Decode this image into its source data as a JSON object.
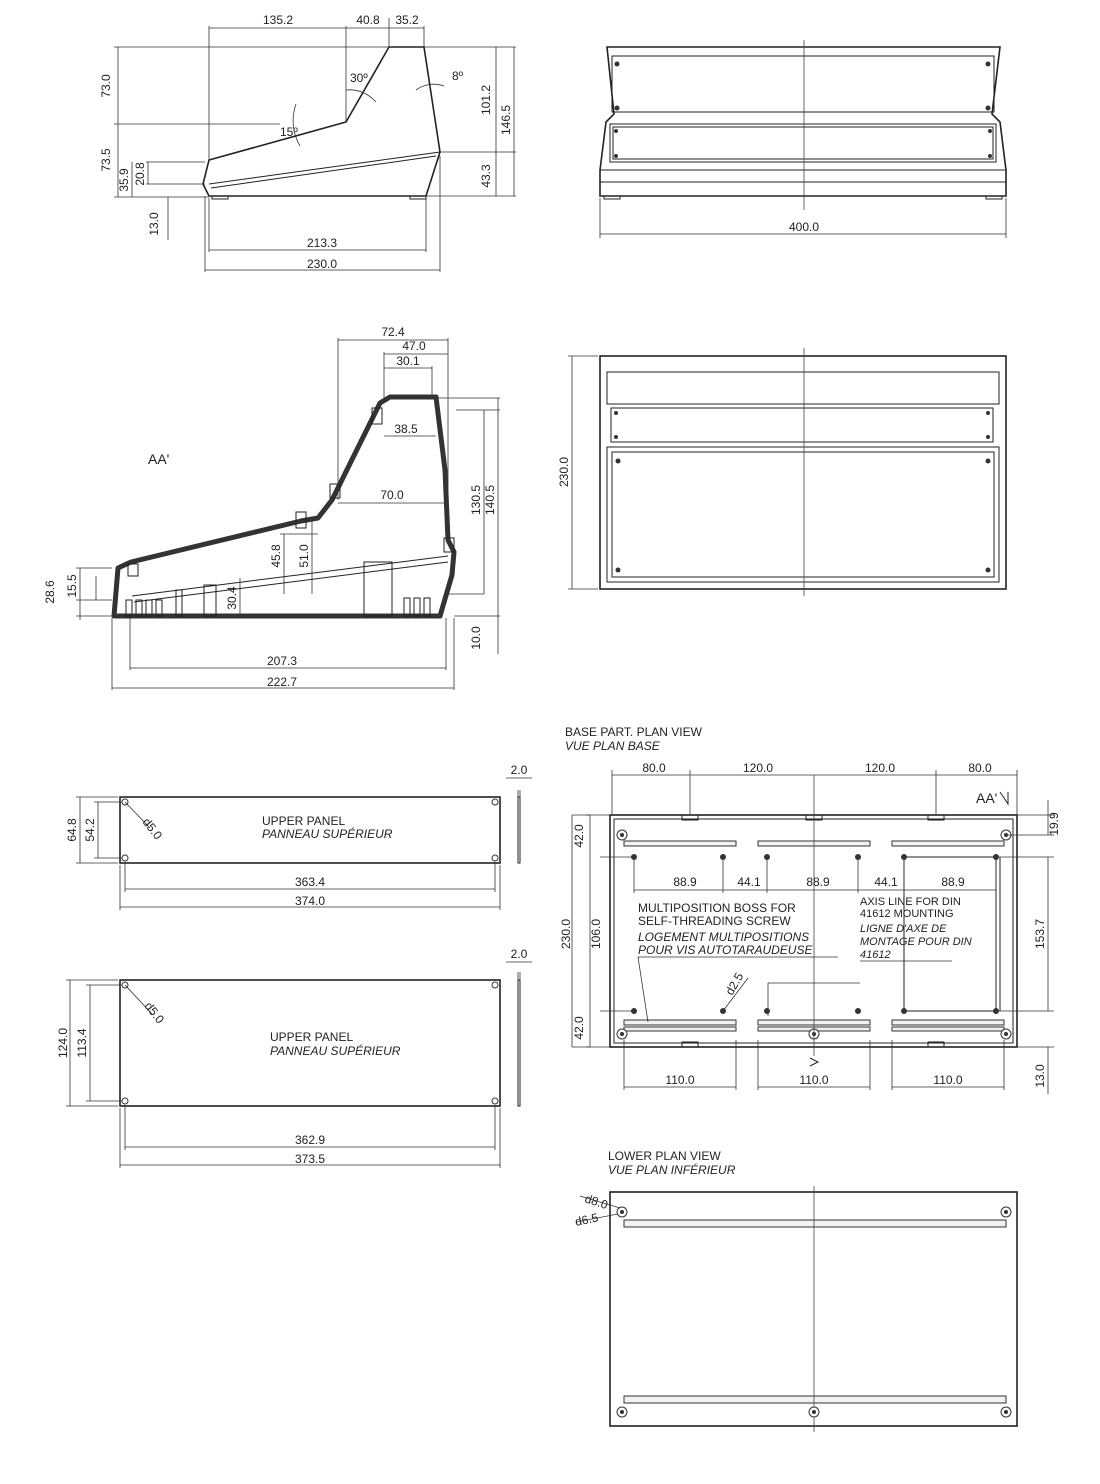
{
  "side_view": {
    "dims": {
      "w135_2": "135.2",
      "w40_8": "40.8",
      "w35_2": "35.2",
      "h73_0": "73.0",
      "h73_5": "73.5",
      "h35_9": "35.9",
      "h20_8": "20.8",
      "h13_0": "13.0",
      "h101_2": "101.2",
      "h146_5": "146.5",
      "h43_3": "43.3",
      "a30": "30º",
      "a8": "8º",
      "a15": "15º",
      "w213_3": "213.3",
      "w230_0": "230.0"
    }
  },
  "front_view": {
    "width": "400.0"
  },
  "section": {
    "label": "AA'",
    "dims": {
      "w72_4": "72.4",
      "w47_0": "47.0",
      "w30_1": "30.1",
      "w38_5": "38.5",
      "w70_0": "70.0",
      "h130_5": "130.5",
      "h140_5": "140.5",
      "h45_8": "45.8",
      "h51_0": "51.0",
      "h28_6": "28.6",
      "h15_5": "15.5",
      "h30_4": "30.4",
      "h10_0": "10.0",
      "w207_3": "207.3",
      "w222_7": "222.7"
    }
  },
  "top_view": {
    "height": "230.0"
  },
  "upper_panel_1": {
    "title": "UPPER PANEL",
    "title_fr": "PANNEAU SUPÉRIEUR",
    "hole": "d5.0",
    "h_outer": "64.8",
    "h_inner": "54.2",
    "w_inner": "363.4",
    "w_outer": "374.0",
    "thickness": "2.0"
  },
  "upper_panel_2": {
    "title": "UPPER PANEL",
    "title_fr": "PANNEAU SUPÉRIEUR",
    "hole": "d5.0",
    "h_outer": "124.0",
    "h_inner": "113.4",
    "w_inner": "362.9",
    "w_outer": "373.5",
    "thickness": "2.0"
  },
  "base_plan": {
    "title": "BASE PART. PLAN VIEW",
    "title_fr": "VUE PLAN BASE",
    "section_mark": "AA'",
    "top_dims": [
      "80.0",
      "120.0",
      "120.0",
      "80.0"
    ],
    "mid_dims": [
      "88.9",
      "44.1",
      "88.9",
      "44.1",
      "88.9"
    ],
    "bottom_dims": [
      "110.0",
      "110.0",
      "110.0"
    ],
    "left_dims": {
      "top": "42.0",
      "middle": "106.0",
      "bottom": "42.0",
      "total": "230.0"
    },
    "right_dims": {
      "top": "19.9",
      "middle": "153.7",
      "bottom": "13.0"
    },
    "hole": "d2.5",
    "note_boss": [
      "MULTIPOSITION BOSS FOR",
      "SELF-THREADING SCREW"
    ],
    "note_boss_fr": [
      "LOGEMENT MULTIPOSITIONS",
      "POUR VIS AUTOTARAUDEUSE"
    ],
    "note_axis": [
      "AXIS LINE FOR DIN",
      "41612 MOUNTING"
    ],
    "note_axis_fr": [
      "LIGNE D'AXE DE",
      "MONTAGE POUR DIN",
      "41612"
    ]
  },
  "lower_plan": {
    "title": "LOWER PLAN VIEW",
    "title_fr": "VUE PLAN INFÉRIEUR",
    "hole_outer": "d8.0",
    "hole_inner": "d6.5"
  }
}
